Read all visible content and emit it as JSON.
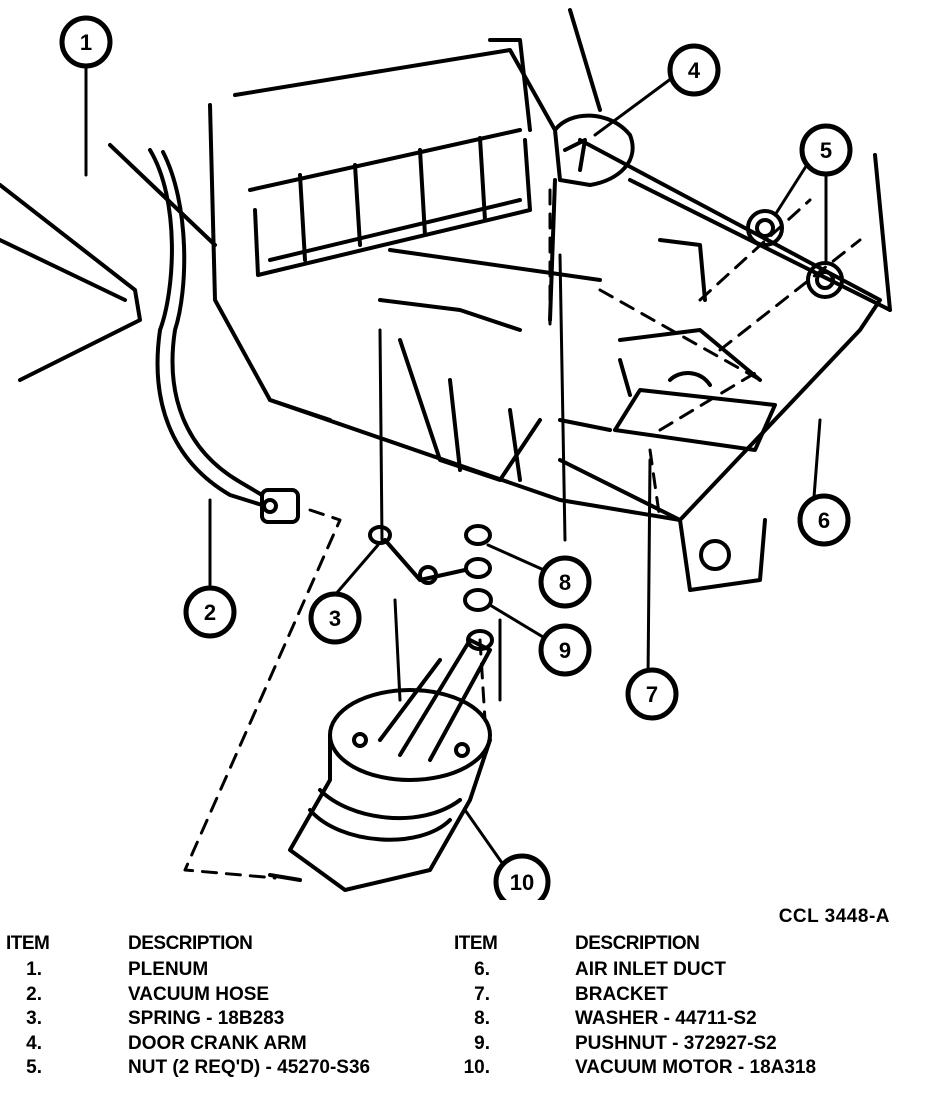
{
  "drawing_code": "CCL 3448-A",
  "legend": {
    "item_header": "ITEM",
    "description_header": "DESCRIPTION",
    "left": [
      {
        "num": "1.",
        "desc": "PLENUM"
      },
      {
        "num": "2.",
        "desc": "VACUUM HOSE"
      },
      {
        "num": "3.",
        "desc": "SPRING - 18B283"
      },
      {
        "num": "4.",
        "desc": "DOOR CRANK ARM"
      },
      {
        "num": "5.",
        "desc": "NUT (2 REQ'D) - 45270-S36"
      }
    ],
    "right": [
      {
        "num": "6.",
        "desc": "AIR INLET DUCT"
      },
      {
        "num": "7.",
        "desc": "BRACKET"
      },
      {
        "num": "8.",
        "desc": "WASHER - 44711-S2"
      },
      {
        "num": "9.",
        "desc": "PUSHNUT - 372927-S2"
      },
      {
        "num": "10.",
        "desc": "VACUUM MOTOR - 18A318"
      }
    ]
  },
  "callouts": [
    "1",
    "2",
    "3",
    "4",
    "5",
    "6",
    "7",
    "8",
    "9",
    "10"
  ]
}
